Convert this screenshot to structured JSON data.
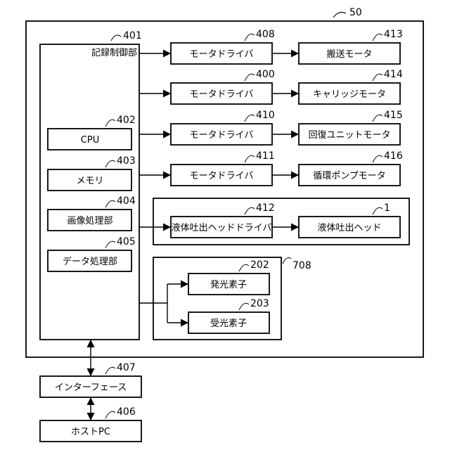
{
  "refs": {
    "device": "50",
    "controller": "401",
    "cpu": "402",
    "memory": "403",
    "image_proc": "404",
    "data_proc": "405",
    "interface": "407",
    "host": "406",
    "driver_conveyance": "408",
    "driver_carriage": "400",
    "driver_recovery": "410",
    "driver_pump": "411",
    "head_driver": "412",
    "motor_conveyance": "413",
    "motor_carriage": "414",
    "motor_recovery": "415",
    "motor_pump": "416",
    "head": "1",
    "sensor_group": "708",
    "emitter": "202",
    "receiver": "203"
  },
  "labels": {
    "controller": "記録制御部",
    "cpu": "CPU",
    "memory": "メモリ",
    "image_proc": "画像処理部",
    "data_proc": "データ処理部",
    "interface": "インターフェース",
    "host": "ホストPC",
    "driver_conveyance": "モータドライバ",
    "driver_carriage": "モータドライバ",
    "driver_recovery": "モータドライバ",
    "driver_pump": "モータドライバ",
    "head_driver": "液体吐出ヘッドドライバ",
    "motor_conveyance": "搬送モータ",
    "motor_carriage": "キャリッジモータ",
    "motor_recovery": "回復ユニットモータ",
    "motor_pump": "循環ポンプモータ",
    "head": "液体吐出ヘッド",
    "emitter": "発光素子",
    "receiver": "受光素子"
  }
}
